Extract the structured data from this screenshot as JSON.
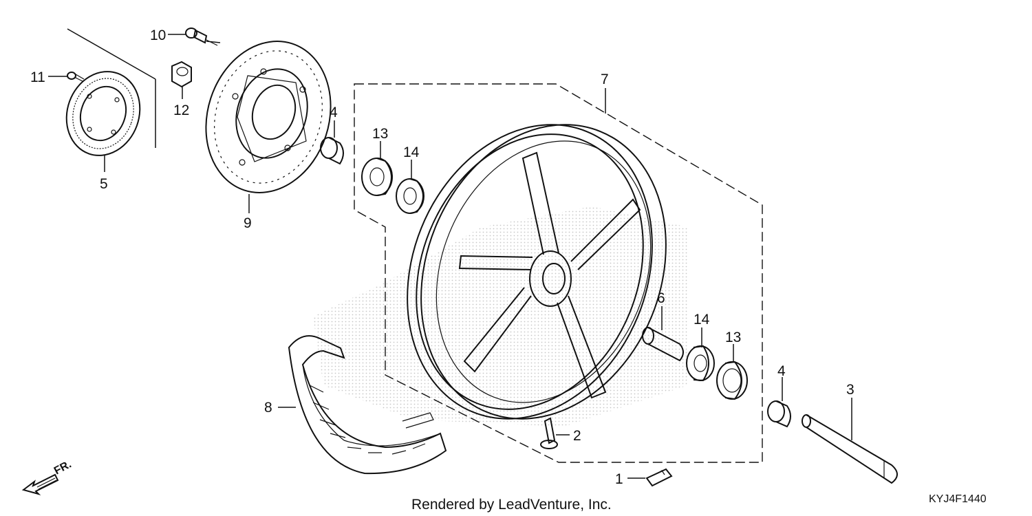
{
  "callouts": {
    "c1": "1",
    "c2": "2",
    "c3": "3",
    "c4a": "4",
    "c4b": "4",
    "c5": "5",
    "c6": "6",
    "c7": "7",
    "c8": "8",
    "c9": "9",
    "c10": "10",
    "c11": "11",
    "c12": "12",
    "c13a": "13",
    "c13b": "13",
    "c14a": "14",
    "c14b": "14"
  },
  "footer": {
    "rendered_by": "Rendered by LeadVenture, Inc.",
    "diagram_code": "KYJ4F1440"
  },
  "direction": {
    "label": "FR."
  },
  "icons": {
    "direction_arrow": "front-direction-arrow-icon"
  },
  "colors": {
    "line": "#111111",
    "background": "#ffffff"
  }
}
